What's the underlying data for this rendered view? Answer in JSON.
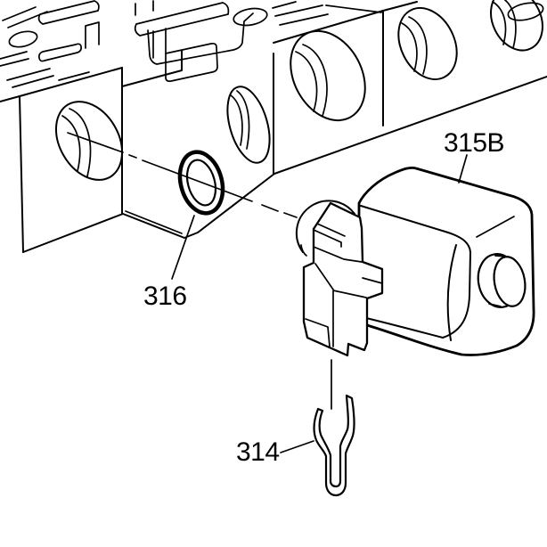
{
  "figure": {
    "type": "exploded-view-parts-diagram",
    "subject": "valve-body-with-solenoid-seal-and-clip",
    "background_color": "#ffffff",
    "line_color": "#000000",
    "callouts": {
      "solenoid": {
        "text": "315B"
      },
      "seal": {
        "text": "316"
      },
      "clip": {
        "text": "314"
      }
    }
  }
}
